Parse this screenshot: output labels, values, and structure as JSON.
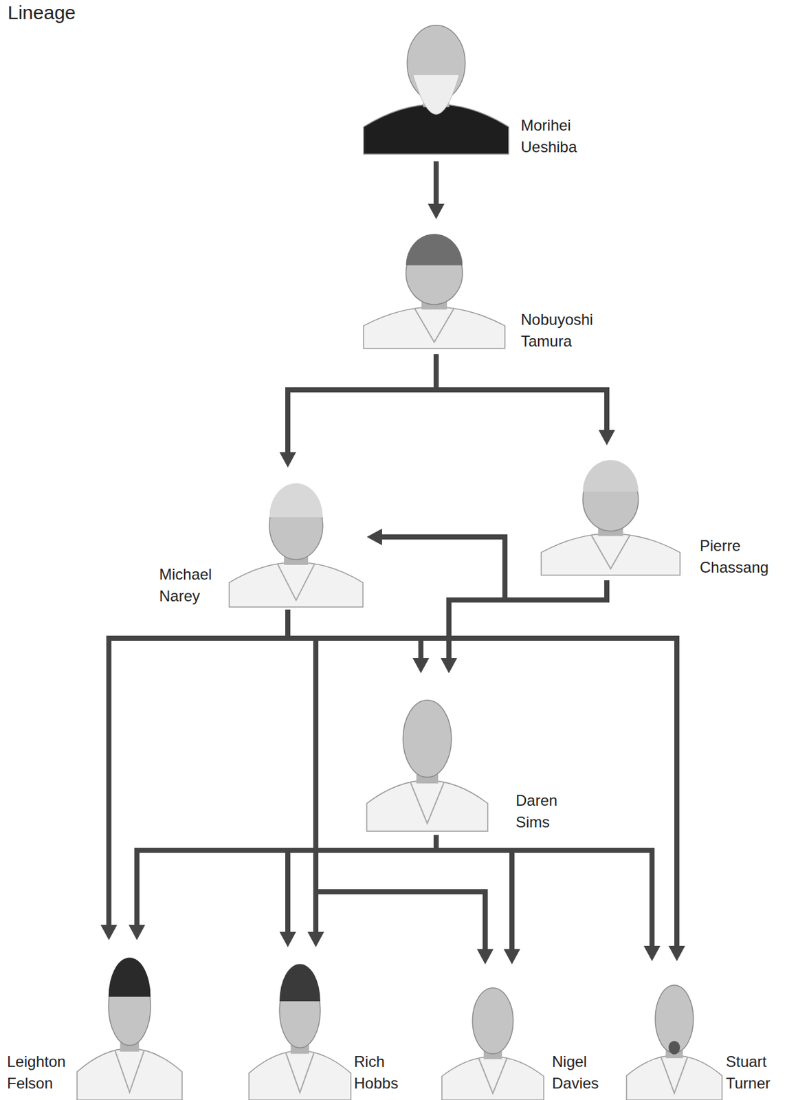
{
  "diagram": {
    "title": "Lineage",
    "nodes": [
      {
        "text": [
          "Morihei Ueshiba"
        ]
      },
      {
        "text": [
          "Nobuyoshi Tamura"
        ]
      },
      {
        "text": [
          "Michael Narey"
        ]
      },
      {
        "text": [
          "Pierre Chassang"
        ]
      },
      {
        "text": [
          "Daren Sims"
        ]
      },
      {
        "text": [
          "Leighton Felson"
        ]
      },
      {
        "text": [
          "Rich Hobbs"
        ]
      },
      {
        "text": [
          "Nigel Davies"
        ]
      },
      {
        "text": [
          "Stuart Turner"
        ]
      }
    ],
    "edges": [
      {
        "from": 0,
        "to": 1,
        "arrow": "to"
      },
      {
        "from": 1,
        "to": 2,
        "arrow": "to"
      },
      {
        "from": 1,
        "to": 3,
        "arrow": "to"
      },
      {
        "from": 3,
        "to": 2,
        "arrow": "to"
      },
      {
        "from": 3,
        "to": 4,
        "arrow": "to"
      },
      {
        "from": 2,
        "to": 4,
        "arrow": "to"
      },
      {
        "from": 2,
        "to": 5,
        "arrow": "to"
      },
      {
        "from": 2,
        "to": 6,
        "arrow": "to"
      },
      {
        "from": 2,
        "to": 7,
        "arrow": "to"
      },
      {
        "from": 2,
        "to": 8,
        "arrow": "to"
      },
      {
        "from": 4,
        "to": 5,
        "arrow": "to"
      },
      {
        "from": 4,
        "to": 6,
        "arrow": "to"
      },
      {
        "from": 4,
        "to": 7,
        "arrow": "to"
      },
      {
        "from": 4,
        "to": 8,
        "arrow": "to"
      }
    ]
  }
}
